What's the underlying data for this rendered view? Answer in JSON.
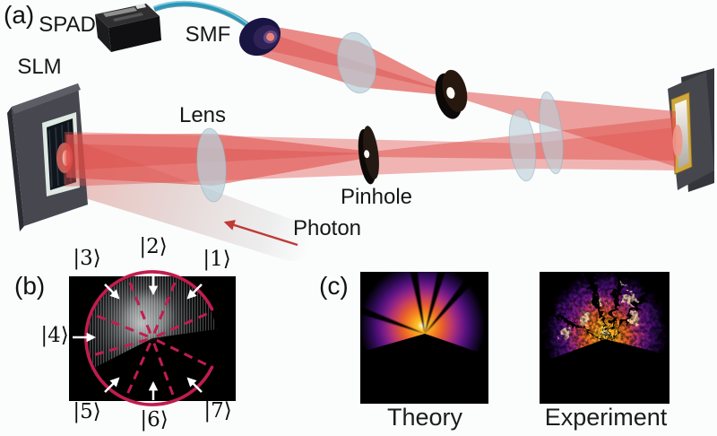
{
  "panel_a": {
    "label": "(a)",
    "spad_label": "SPAD",
    "smf_label": "SMF",
    "slm_label": "SLM",
    "lens_label": "Lens",
    "pinhole_label": "Pinhole",
    "photon_label": "Photon"
  },
  "panel_b": {
    "label": "(b)",
    "kets": [
      "|1⟩",
      "|2⟩",
      "|3⟩",
      "|4⟩",
      "|5⟩",
      "|6⟩",
      "|7⟩"
    ]
  },
  "panel_c": {
    "label": "(c)",
    "theory_label": "Theory",
    "experiment_label": "Experiment"
  },
  "colors": {
    "background": "#fbfdfd",
    "beam_red": "#e0524d",
    "beam_core_red": "#d8403c",
    "lens_blue": "#b9cfd8",
    "fiber_teal": "#2898ba",
    "state_accent": "#c01d4e",
    "arrow_white": "#ffffff",
    "photon_arrow_red": "#c03a36",
    "mirror_gold": "#cfa83d",
    "colormap_core": "#fffbe6",
    "colormap_orange": "#f78d1f",
    "colormap_purple": "#57127e",
    "image_background": "#000000"
  }
}
